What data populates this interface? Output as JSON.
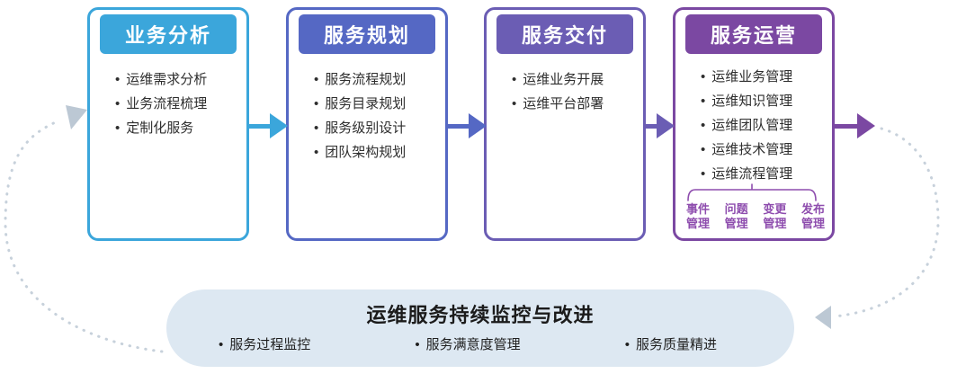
{
  "stages": [
    {
      "title": "业务分析",
      "color": "#3BA6DB",
      "items": [
        "运维需求分析",
        "业务流程梳理",
        "定制化服务"
      ]
    },
    {
      "title": "服务规划",
      "color": "#5568C4",
      "items": [
        "服务流程规划",
        "服务目录规划",
        "服务级别设计",
        "团队架构规划"
      ]
    },
    {
      "title": "服务交付",
      "color": "#6B5DB4",
      "items": [
        "运维业务开展",
        "运维平台部署"
      ]
    },
    {
      "title": "服务运营",
      "color": "#7B48A2",
      "sub_accent": "#8E4DAE",
      "items": [
        "运维业务管理",
        "运维知识管理",
        "运维团队管理",
        "运维技术管理",
        "运维流程管理"
      ],
      "sub_items": [
        "事件管理",
        "问题管理",
        "变更管理",
        "发布管理"
      ]
    }
  ],
  "footer": {
    "title": "运维服务持续监控与改进",
    "items": [
      "服务过程监控",
      "服务满意度管理",
      "服务质量精进"
    ],
    "background": "#DDE8F2"
  },
  "feedback_loop": {
    "dot_color": "#C7D1DB",
    "arrowhead_color": "#BCC8D4"
  }
}
